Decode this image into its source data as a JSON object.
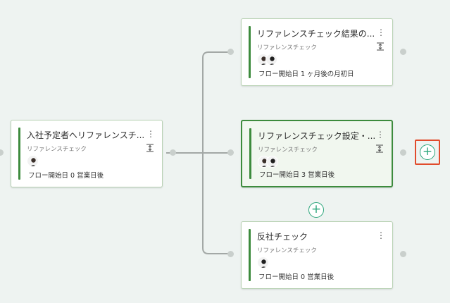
{
  "colors": {
    "accent": "#3d8b3d",
    "add": "#2aa57a",
    "highlight": "#e14b2c",
    "connector": "#a3a8a6"
  },
  "nodes": {
    "source": {
      "title": "入社予定者へリファレンスチ...",
      "subtitle": "リファレンスチェック",
      "meta": "フロー開始日 0 営業日後"
    },
    "result": {
      "title": "リファレンスチェック結果の...",
      "subtitle": "リファレンスチェック",
      "meta": "フロー開始日 1 ヶ月後の月初日"
    },
    "setting": {
      "title": "リファレンスチェック設定・...",
      "subtitle": "リファレンスチェック",
      "meta": "フロー開始日 3 営業日後"
    },
    "antisocial": {
      "title": "反社チェック",
      "subtitle": "リファレンスチェック",
      "meta": "フロー開始日 0 営業日後"
    }
  },
  "icons": {
    "kebab": "⋮",
    "add": "+"
  }
}
